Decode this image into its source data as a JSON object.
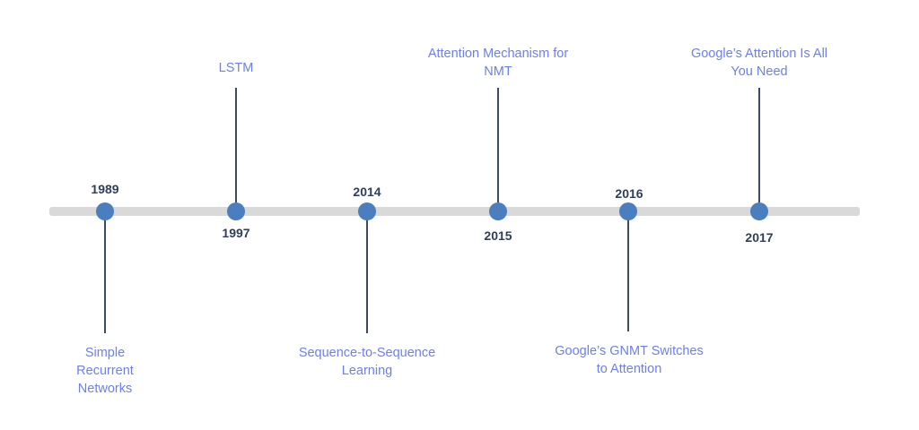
{
  "timeline": {
    "events": [
      {
        "year": "1989",
        "label": "Simple\nRecurrent\nNetworks"
      },
      {
        "year": "1997",
        "label": "LSTM"
      },
      {
        "year": "2014",
        "label": "Sequence-to-Sequence\nLearning"
      },
      {
        "year": "2015",
        "label": "Attention Mechanism for\nNMT"
      },
      {
        "year": "2016",
        "label": "Google’s GNMT Switches\nto Attention"
      },
      {
        "year": "2017",
        "label": "Google’s Attention Is All\nYou Need"
      }
    ]
  },
  "colors": {
    "bar": "#d9d9d9",
    "dot": "#4a7ebf",
    "stem": "#3b4a66",
    "year": "#2f3f5a",
    "label": "#6b7ff0"
  }
}
